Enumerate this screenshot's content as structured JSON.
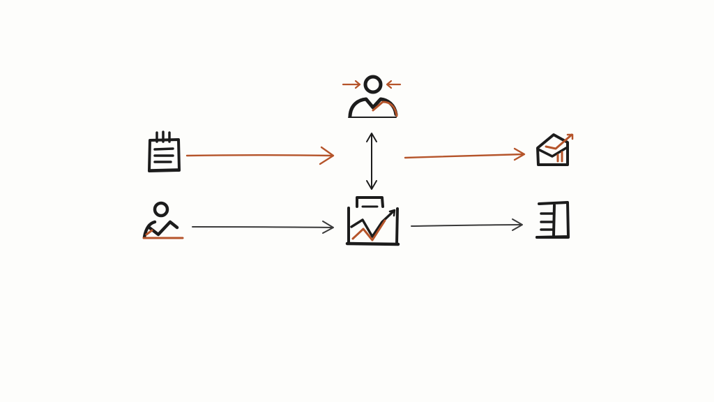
{
  "colors": {
    "background": "#fdfdfb",
    "ink": "#1c1c1c",
    "accent": "#b5542a",
    "arrow_gray": "#3a3a3a"
  },
  "nodes": [
    {
      "id": "notepad",
      "icon": "notepad-icon"
    },
    {
      "id": "person-left",
      "icon": "person-checkmark-icon"
    },
    {
      "id": "person-top",
      "icon": "person-focus-icon"
    },
    {
      "id": "dashboard",
      "icon": "chart-folder-icon"
    },
    {
      "id": "report",
      "icon": "envelope-chart-icon"
    },
    {
      "id": "document",
      "icon": "document-sections-icon"
    }
  ],
  "edges": [
    {
      "from": "notepad",
      "to": "person-top",
      "style": "accent"
    },
    {
      "from": "person-left",
      "to": "dashboard",
      "style": "gray"
    },
    {
      "from": "person-top",
      "to": "report",
      "style": "accent"
    },
    {
      "from": "dashboard",
      "to": "document",
      "style": "gray"
    },
    {
      "from": "person-top",
      "to": "dashboard",
      "style": "bidirectional"
    }
  ]
}
